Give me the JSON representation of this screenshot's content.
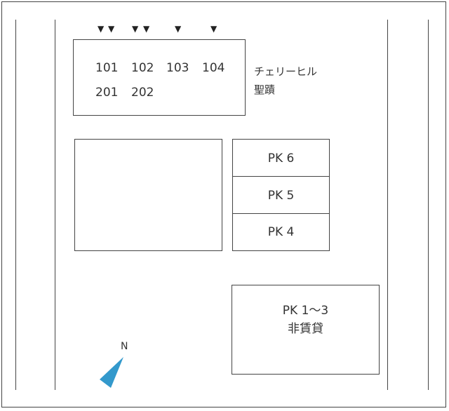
{
  "building": {
    "units_row1": [
      "101",
      "102",
      "103",
      "104"
    ],
    "units_row2": [
      "201",
      "202"
    ],
    "name_line1": "チェリーヒル",
    "name_line2": "聖蹟"
  },
  "entrance_markers": [
    "▼",
    "▼",
    "▼",
    "▼",
    "▼",
    "▼"
  ],
  "parking": {
    "pk6": "PK 6",
    "pk5": "PK 5",
    "pk4": "PK 4",
    "pk13_line1": "PK 1～3",
    "pk13_line2": "非賃貸"
  },
  "compass": {
    "label": "N",
    "color": "#3399cc"
  }
}
